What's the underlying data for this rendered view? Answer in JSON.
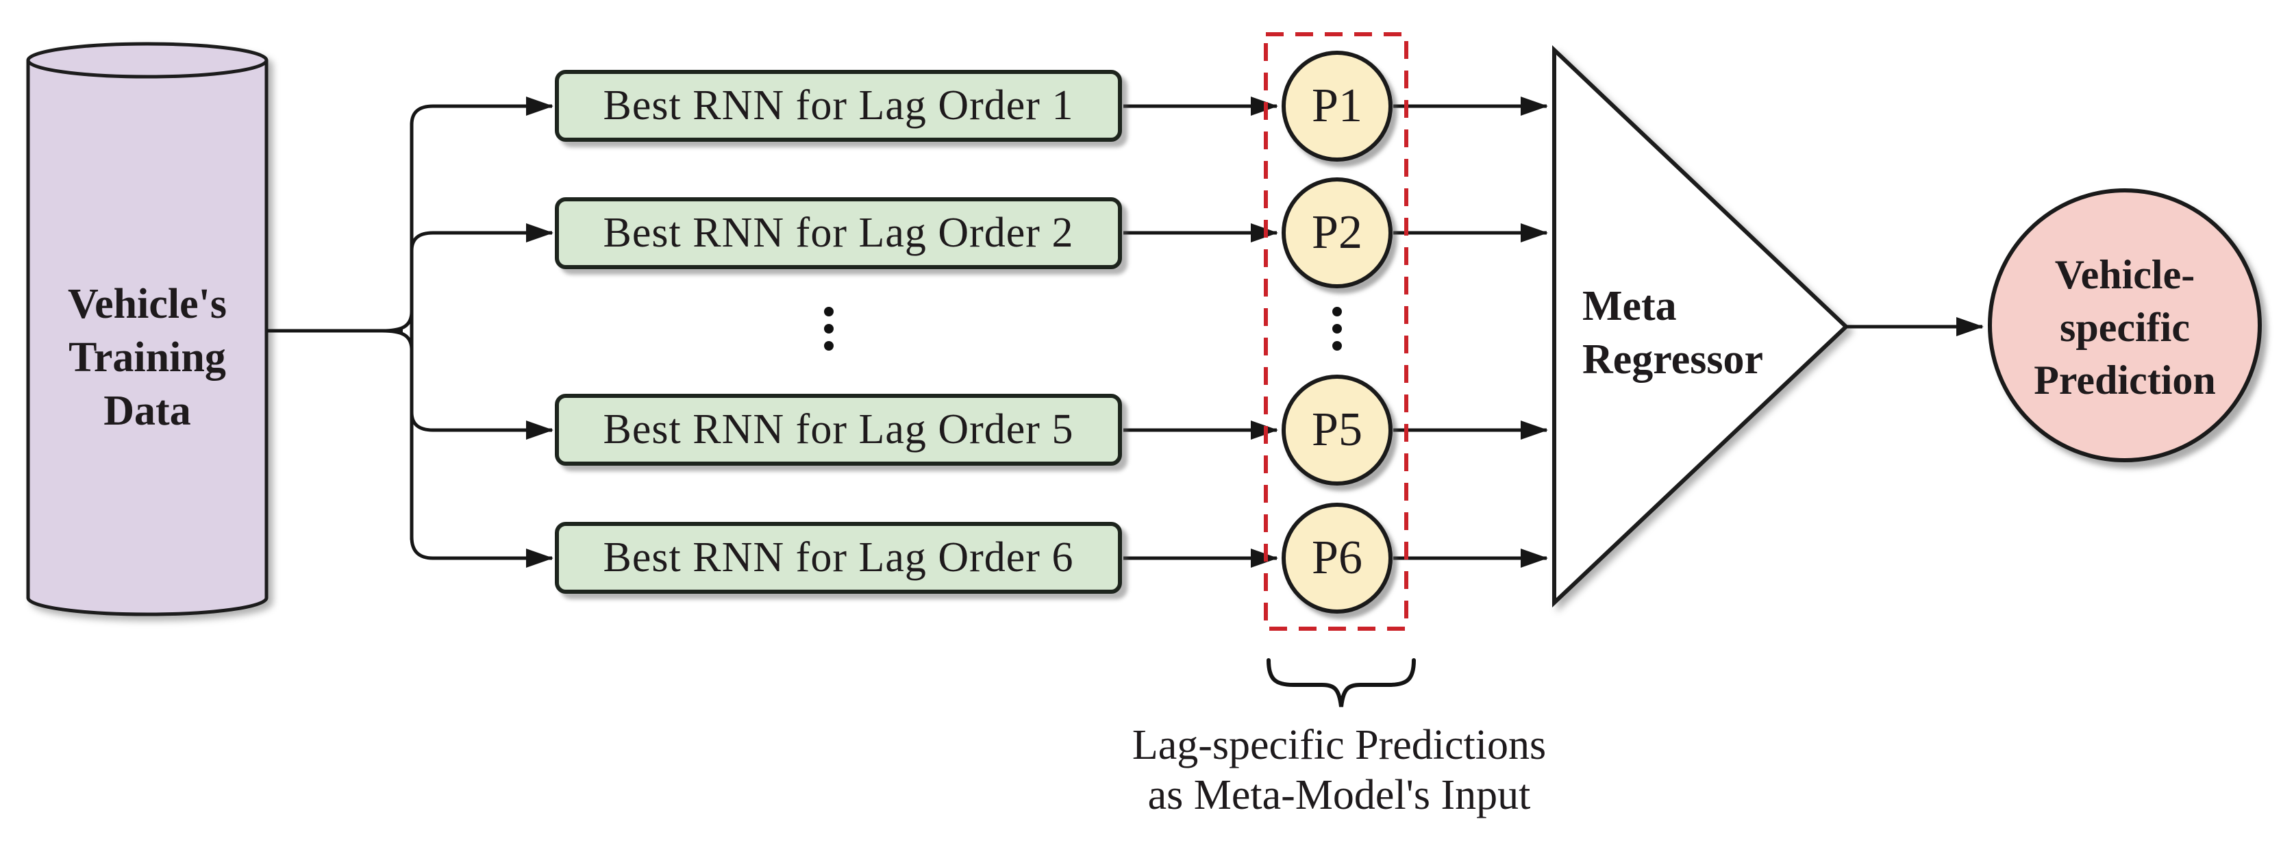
{
  "diagram": {
    "source": {
      "lines": [
        "Vehicle's",
        "Training",
        "Data"
      ]
    },
    "rnn_boxes": [
      {
        "label": "Best RNN for Lag Order 1"
      },
      {
        "label": "Best RNN for Lag Order 2"
      },
      {
        "label": "Best RNN for Lag Order 5"
      },
      {
        "label": "Best RNN for Lag Order 6"
      }
    ],
    "predictions": [
      {
        "label": "P1"
      },
      {
        "label": "P2"
      },
      {
        "label": "P5"
      },
      {
        "label": "P6"
      }
    ],
    "meta_regressor": {
      "lines": [
        "Meta",
        "Regressor"
      ]
    },
    "output": {
      "lines": [
        "Vehicle-",
        "specific",
        "Prediction"
      ]
    },
    "caption": {
      "lines": [
        "Lag-specific Predictions",
        "as Meta-Model's Input"
      ]
    },
    "icons": {
      "vertical_ellipsis": "⋮",
      "underbrace": "⏟"
    },
    "colors": {
      "cylinder_fill": "#ddd2e5",
      "rnn_box_fill": "#d7e8d2",
      "prediction_fill": "#fbeec6",
      "output_fill": "#f6cfca",
      "dashed_border": "#cb2229",
      "line": "#161616"
    }
  }
}
